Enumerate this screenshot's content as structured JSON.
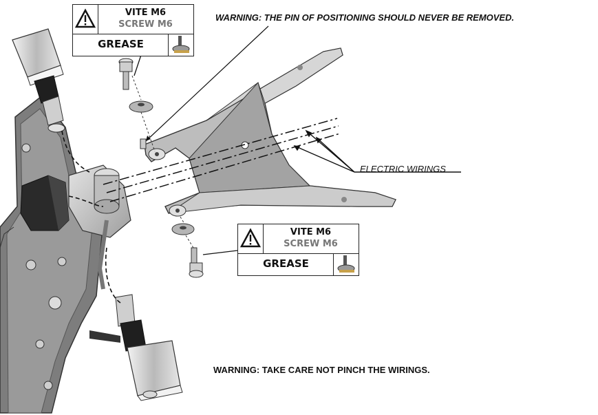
{
  "warnings": {
    "pin": {
      "prefix": "WARNING:",
      "text": " THE PIN OF POSITIONING SHOULD NEVER BE REMOVED."
    },
    "wirings": "WARNING: TAKE CARE NOT PINCH THE WIRINGS."
  },
  "labels": {
    "electric_wirings": "ELECTRIC WIRINGS"
  },
  "callouts": [
    {
      "line1": "VITE M6",
      "line2": "SCREW M6",
      "line3": "GREASE"
    },
    {
      "line1": "VITE M6",
      "line2": "SCREW M6",
      "line3": "GREASE"
    }
  ],
  "colors": {
    "metal_dark": "#7a7a7a",
    "metal_light": "#cfcfcf",
    "line": "#222222"
  }
}
